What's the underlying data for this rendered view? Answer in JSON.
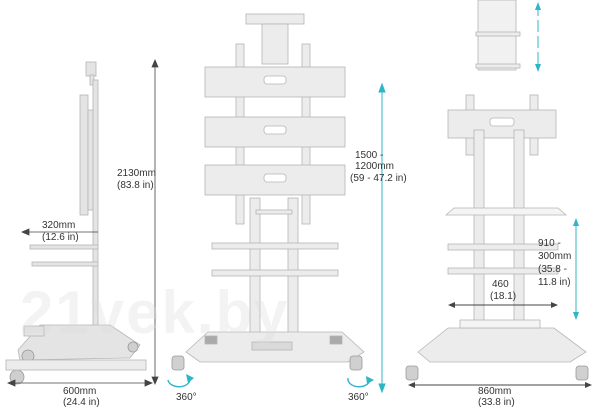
{
  "labels": {
    "height_total_mm": "2130mm",
    "height_total_in": "(83.8 in)",
    "depth_mm": "320mm",
    "depth_in": "(12.6 in)",
    "width_side_mm": "600mm",
    "width_side_in": "(24.4 in)",
    "mount_range_mm_1": "1500 -",
    "mount_range_mm_2": "1200mm",
    "mount_range_in": "(59 - 47.2 in)",
    "shelf_range_mm_1": "910 -",
    "shelf_range_mm_2": "300mm",
    "shelf_range_in_1": "(35.8 -",
    "shelf_range_in_2": "11.8 in)",
    "shelf_width_mm": "460",
    "shelf_width_in": "(18.1)",
    "base_width_mm": "860mm",
    "base_width_in": "(33.8 in)",
    "rotation_left": "360°",
    "rotation_right": "360°"
  },
  "watermark": "21vek.by",
  "colors": {
    "accent": "#2fb5c8",
    "dimension_line": "#444444",
    "stand": "#c8c8c8"
  }
}
